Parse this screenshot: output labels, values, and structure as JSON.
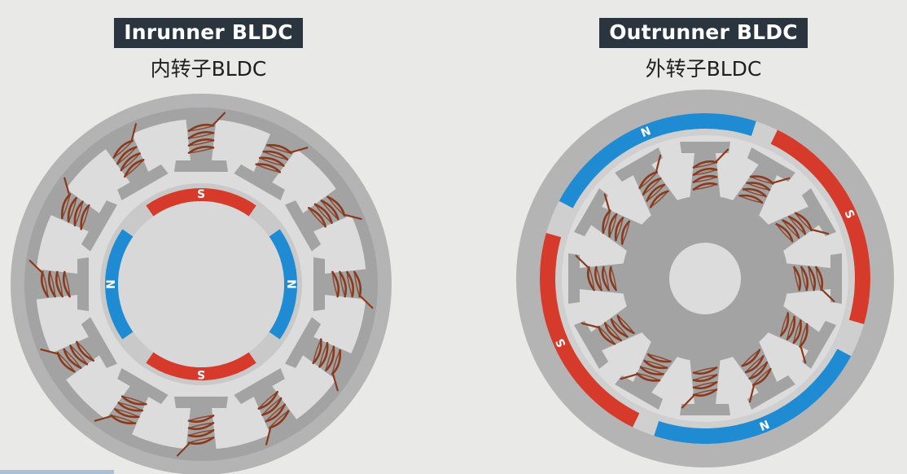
{
  "inrunner": {
    "title": "Inrunner BLDC",
    "subtitle": "内转子BLDC",
    "poles": [
      {
        "label": "S",
        "color": "red"
      },
      {
        "label": "N",
        "color": "blue"
      },
      {
        "label": "S",
        "color": "red"
      },
      {
        "label": "N",
        "color": "blue"
      }
    ],
    "slot_count": 12
  },
  "outrunner": {
    "title": "Outrunner BLDC",
    "subtitle": "外转子BLDC",
    "poles": [
      {
        "label": "N",
        "color": "blue"
      },
      {
        "label": "S",
        "color": "red"
      },
      {
        "label": "N",
        "color": "blue"
      },
      {
        "label": "S",
        "color": "red"
      }
    ],
    "slot_count": 12
  },
  "colors": {
    "background": "#e9e9e8",
    "stator_gray": "#a3a3a3",
    "housing_gray": "#b4b4b4",
    "light_gray": "#dcdcdc",
    "copper": "#8a3a1c",
    "magnet_red": "#d63a2a",
    "magnet_blue": "#1f8bd3",
    "badge_bg": "#2b3540"
  }
}
